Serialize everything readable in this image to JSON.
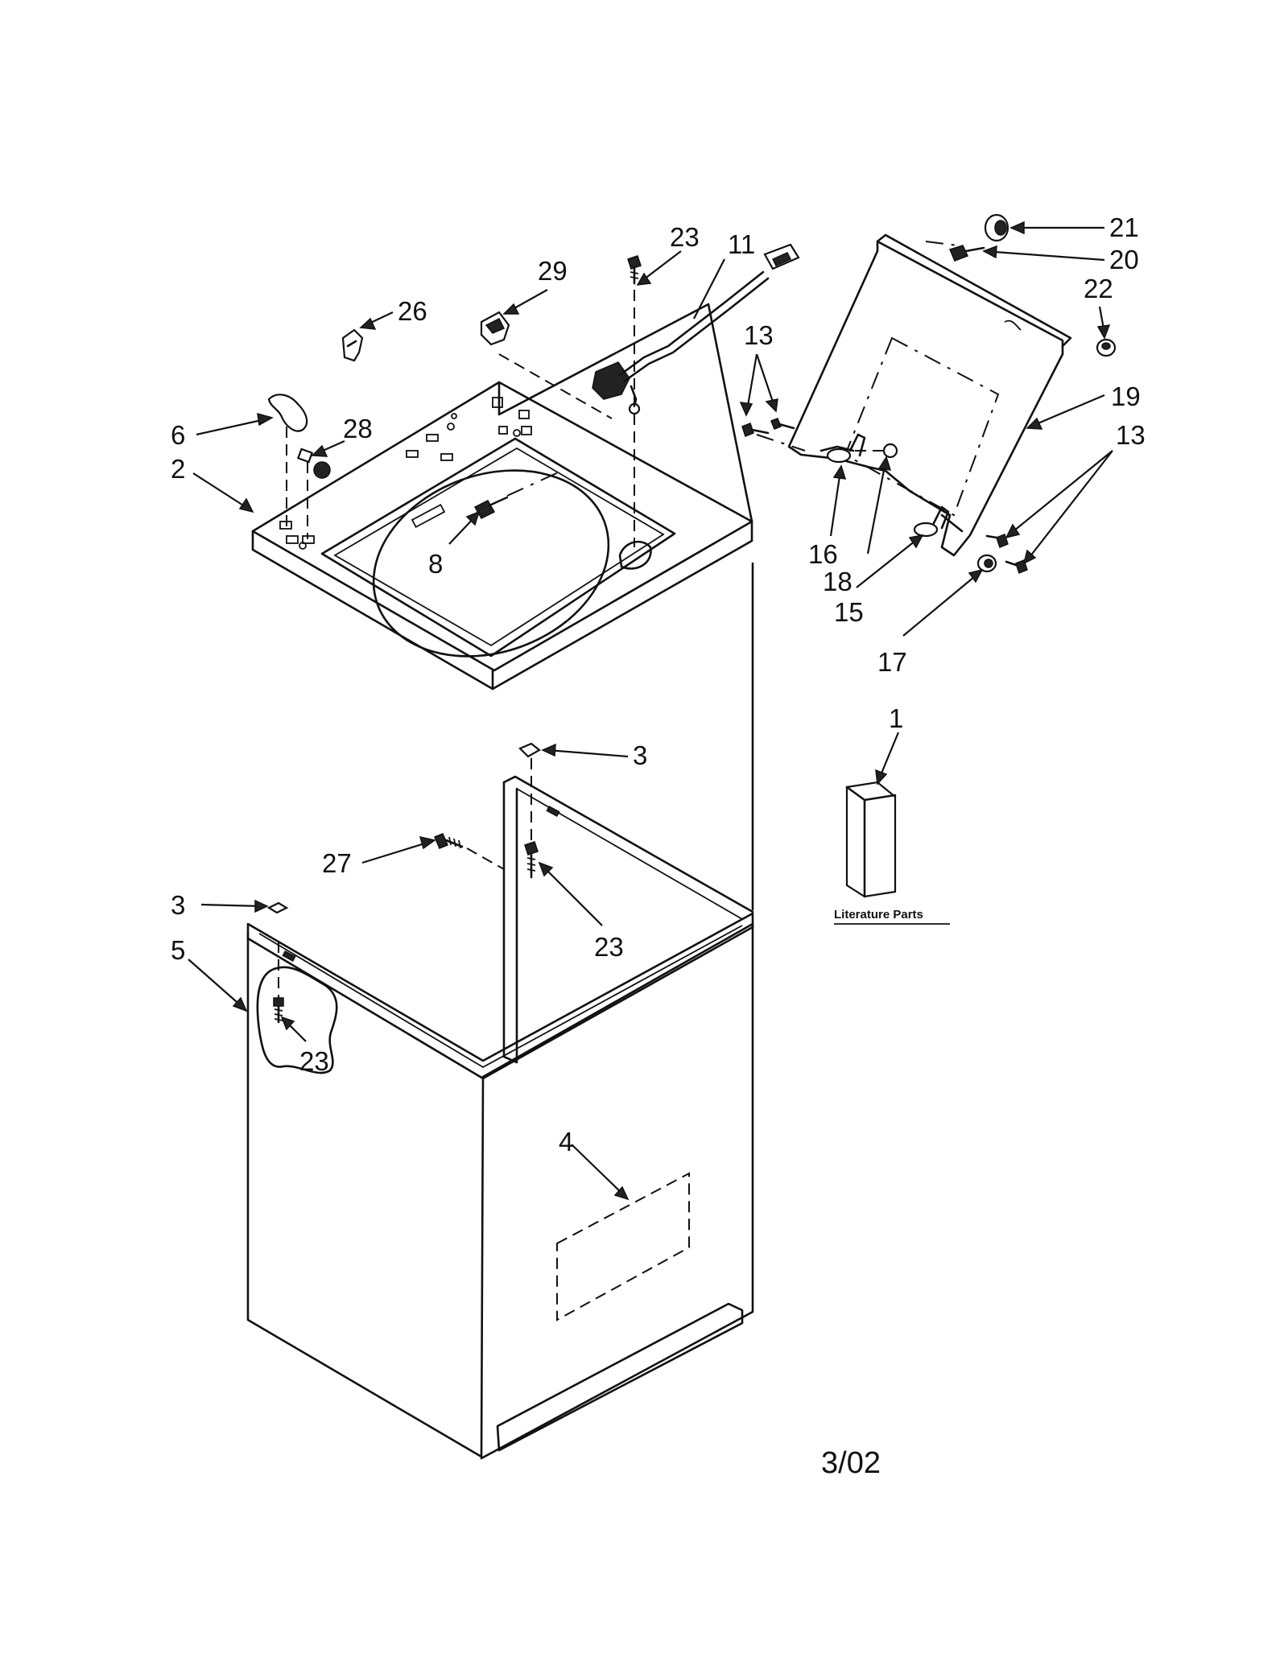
{
  "diagram": {
    "callouts": [
      {
        "id": "c21",
        "text": "21"
      },
      {
        "id": "c20",
        "text": "20"
      },
      {
        "id": "c22",
        "text": "22"
      },
      {
        "id": "c19",
        "text": "19"
      },
      {
        "id": "c13a",
        "text": "13"
      },
      {
        "id": "c13b",
        "text": "13"
      },
      {
        "id": "c23a",
        "text": "23"
      },
      {
        "id": "c11",
        "text": "11"
      },
      {
        "id": "c29",
        "text": "29"
      },
      {
        "id": "c26",
        "text": "26"
      },
      {
        "id": "c6",
        "text": "6"
      },
      {
        "id": "c28",
        "text": "28"
      },
      {
        "id": "c2",
        "text": "2"
      },
      {
        "id": "c8",
        "text": "8"
      },
      {
        "id": "c16",
        "text": "16"
      },
      {
        "id": "c18",
        "text": "18"
      },
      {
        "id": "c15",
        "text": "15"
      },
      {
        "id": "c17",
        "text": "17"
      },
      {
        "id": "c1",
        "text": "1"
      },
      {
        "id": "c3a",
        "text": "3"
      },
      {
        "id": "c27",
        "text": "27"
      },
      {
        "id": "c23b",
        "text": "23"
      },
      {
        "id": "c3b",
        "text": "3"
      },
      {
        "id": "c5",
        "text": "5"
      },
      {
        "id": "c23c",
        "text": "23"
      },
      {
        "id": "c4",
        "text": "4"
      }
    ],
    "literature_label": "Literature Parts",
    "date_code": "3/02"
  }
}
